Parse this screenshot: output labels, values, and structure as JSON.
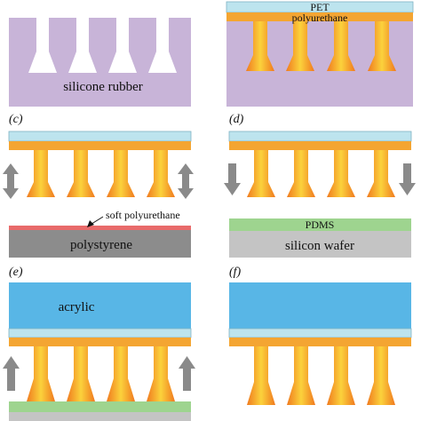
{
  "colors": {
    "silicone": "#c8b4d8",
    "pet": "#bde4ee",
    "pet_stroke": "#7fb3c4",
    "polyurethane": "#f4a532",
    "pillar_center": "#fbd23c",
    "pillar_edge": "#f07a1f",
    "soft_polyurethane": "#e86a6a",
    "polystyrene": "#8c8c8c",
    "pdms": "#9ed48f",
    "silicon_wafer": "#c4c4c4",
    "acrylic": "#58b6e6",
    "arrow": "#8a8a8a"
  },
  "panels": {
    "a": {
      "material_label": "silicone rubber"
    },
    "b": {
      "top_label": "PET",
      "layer_label": "polyurethane"
    },
    "c": {
      "letter": "(c)",
      "callout_label": "soft polyurethane",
      "substrate_label": "polystyrene",
      "arrow_icon": "double-arrow-vertical-icon"
    },
    "d": {
      "letter": "(d)",
      "coating_label": "PDMS",
      "substrate_label": "silicon wafer",
      "arrow_icon": "arrow-down-icon"
    },
    "e": {
      "letter": "(e)",
      "block_label": "acrylic",
      "arrow_icon": "arrow-up-icon"
    },
    "f": {
      "letter": "(f)"
    }
  }
}
